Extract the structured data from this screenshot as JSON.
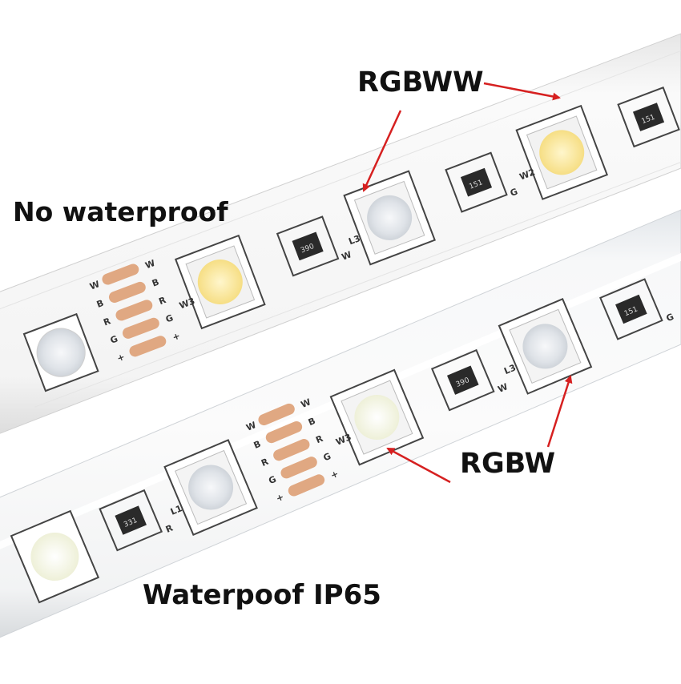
{
  "labels": {
    "no_waterproof": "No waterproof",
    "rgbww": "RGBWW",
    "rgbw": "RGBW",
    "waterproof": "Waterpoof IP65"
  },
  "strip_markings": {
    "pads": [
      "W",
      "B",
      "R",
      "G",
      "+"
    ],
    "pads_lower": [
      "W",
      "B",
      "R",
      "G",
      "+"
    ],
    "resistor_151": "151",
    "resistor_390": "390",
    "resistor_331": "331",
    "channel_w3": "W3",
    "channel_w2": "W2",
    "channel_l3": "L3",
    "channel_l1": "L1",
    "letter_b": "B",
    "letter_g": "G",
    "letter_w": "W",
    "letter_r": "R"
  },
  "colors": {
    "strip": "#f4f4f4",
    "strip_edge": "#d8d8d8",
    "warm_led": "#fbe7a0",
    "cool_led": "#f8f8ee",
    "rgb_led": "#eef0f2",
    "copper": "#e0a882",
    "arrow": "#d62020",
    "text": "#111111"
  }
}
